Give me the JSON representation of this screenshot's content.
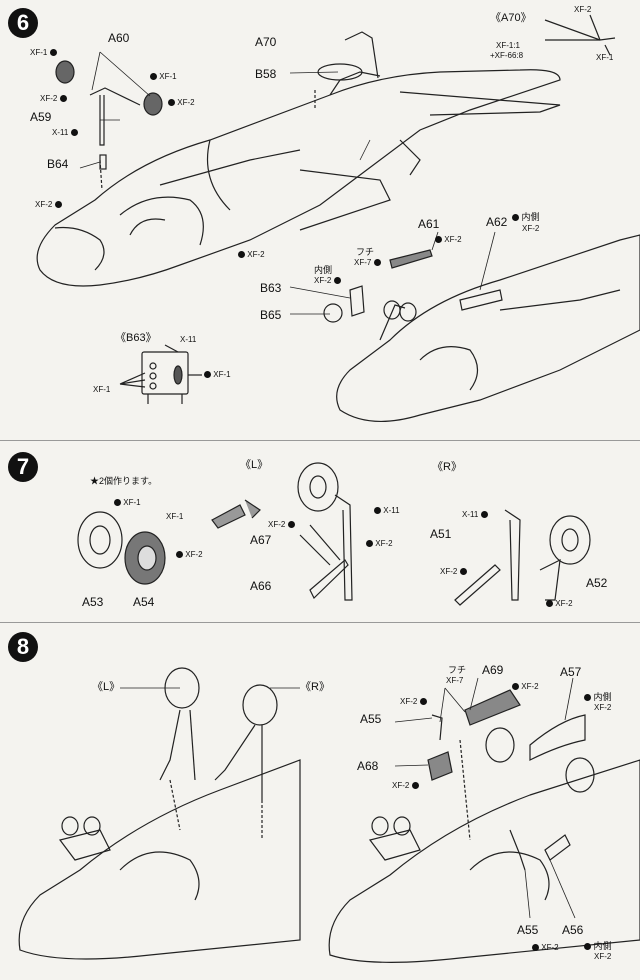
{
  "steps": [
    {
      "number": "6"
    },
    {
      "number": "7"
    },
    {
      "number": "8"
    }
  ],
  "step6": {
    "parts": {
      "a60": "A60",
      "a70": "A70",
      "b58": "B58",
      "a59": "A59",
      "b64": "B64",
      "a61": "A61",
      "a62": "A62",
      "b63": "B63",
      "b65": "B65"
    },
    "paints": {
      "xf1_a": "XF-1",
      "xf1_b": "XF-1",
      "xf2_a": "XF-2",
      "xf2_b": "XF-2",
      "x11": "X-11",
      "xf2_c": "XF-2",
      "xf2_d": "XF-2",
      "xf2_e": "XF-2",
      "fuchi": "フチ",
      "xf7": "XF-7",
      "uchigawa_b63": "内側",
      "xf2_b63": "XF-2",
      "uchigawa_a62": "内側",
      "xf2_a62": "XF-2"
    },
    "inset_a70": {
      "title": "《A70》",
      "xf2": "XF-2",
      "mix1": "XF-1:1",
      "mix2": "+XF-66:8",
      "xf1": "XF-1"
    },
    "inset_b63": {
      "title": "《B63》",
      "x11": "X-11",
      "xf1_left": "XF-1",
      "xf1_right": "XF-1"
    }
  },
  "step7": {
    "note": "★2個作ります。",
    "left_title": "《L》",
    "right_title": "《R》",
    "parts": {
      "a53": "A53",
      "a54": "A54",
      "a67": "A67",
      "a66": "A66",
      "a51": "A51",
      "a52": "A52"
    },
    "paints": {
      "xf1_a": "XF-1",
      "xf1_b": "XF-1",
      "xf2_a": "XF-2",
      "x11_l": "X-11",
      "xf2_l1": "XF-2",
      "xf2_l2": "XF-2",
      "x11_r": "X-11",
      "xf2_r1": "XF-2",
      "xf2_r2": "XF-2"
    }
  },
  "step8": {
    "left_title": "《L》",
    "right_title": "《R》",
    "parts": {
      "a69": "A69",
      "a57": "A57",
      "a55_top": "A55",
      "a68": "A68",
      "a55_bottom": "A55",
      "a56": "A56"
    },
    "paints": {
      "fuchi": "フチ",
      "xf7": "XF-7",
      "xf2_a55": "XF-2",
      "xf2_a69": "XF-2",
      "uchigawa_a57": "内側",
      "xf2_a57": "XF-2",
      "xf2_a68": "XF-2",
      "xf2_a55b": "XF-2",
      "uchigawa_a56": "内側",
      "xf2_a56": "XF-2"
    }
  }
}
